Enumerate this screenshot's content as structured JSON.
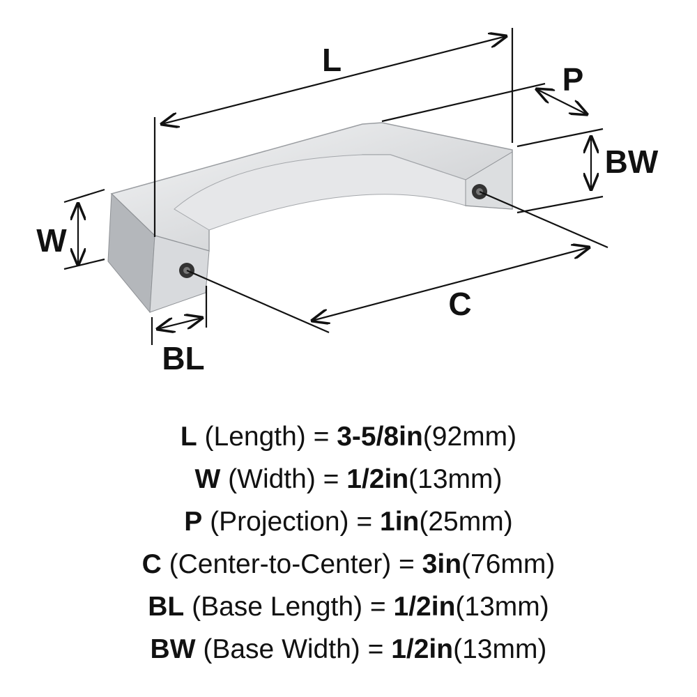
{
  "labels": {
    "L": "L",
    "P": "P",
    "BW": "BW",
    "W": "W",
    "C": "C",
    "BL": "BL"
  },
  "specs": [
    {
      "key": "L",
      "desc": " (Length) = ",
      "imperial": "3-5/8in",
      "metric": "(92mm)"
    },
    {
      "key": "W",
      "desc": " (Width) = ",
      "imperial": "1/2in",
      "metric": "(13mm)"
    },
    {
      "key": "P",
      "desc": " (Projection) = ",
      "imperial": "1in",
      "metric": "(25mm)"
    },
    {
      "key": "C",
      "desc": " (Center-to-Center) = ",
      "imperial": "3in",
      "metric": "(76mm)"
    },
    {
      "key": "BL",
      "desc": " (Base Length) = ",
      "imperial": "1/2in",
      "metric": "(13mm)"
    },
    {
      "key": "BW",
      "desc": " (Base Width) = ",
      "imperial": "1/2in",
      "metric": "(13mm)"
    }
  ]
}
